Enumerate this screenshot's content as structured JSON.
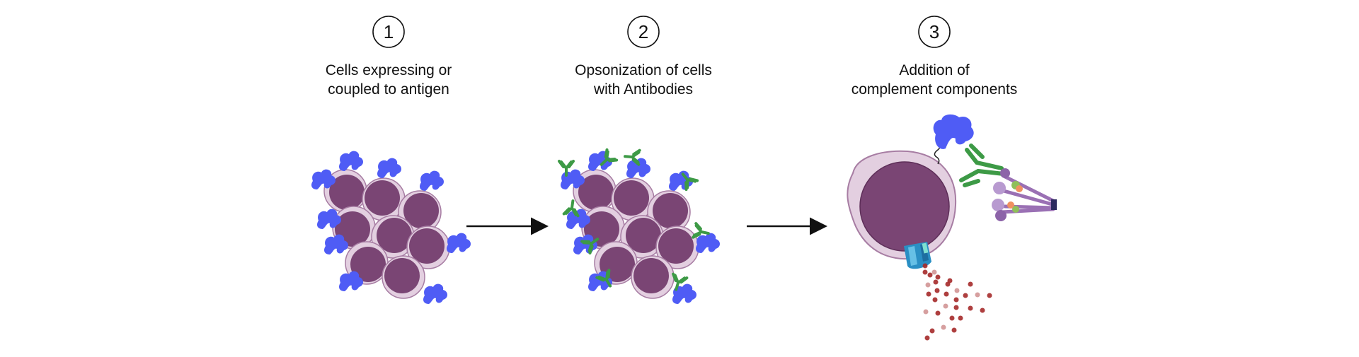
{
  "steps": [
    {
      "number": "1",
      "caption_lines": [
        "Cells expressing or",
        "coupled to antigen"
      ]
    },
    {
      "number": "2",
      "caption_lines": [
        "Opsonization of cells",
        "with Antibodies"
      ]
    },
    {
      "number": "3",
      "caption_lines": [
        "Addition of",
        "complement components"
      ]
    }
  ],
  "colors": {
    "nucleus": "#7a4574",
    "cytoplasm": "#e3cfe0",
    "membrane": "#a77da3",
    "antigen": "#4f5cf5",
    "antibody": "#3d9a46",
    "complement": "#9a70b4",
    "pore": "#2a8fc4",
    "released_content": "#a52a2a",
    "arrow": "#111111"
  }
}
